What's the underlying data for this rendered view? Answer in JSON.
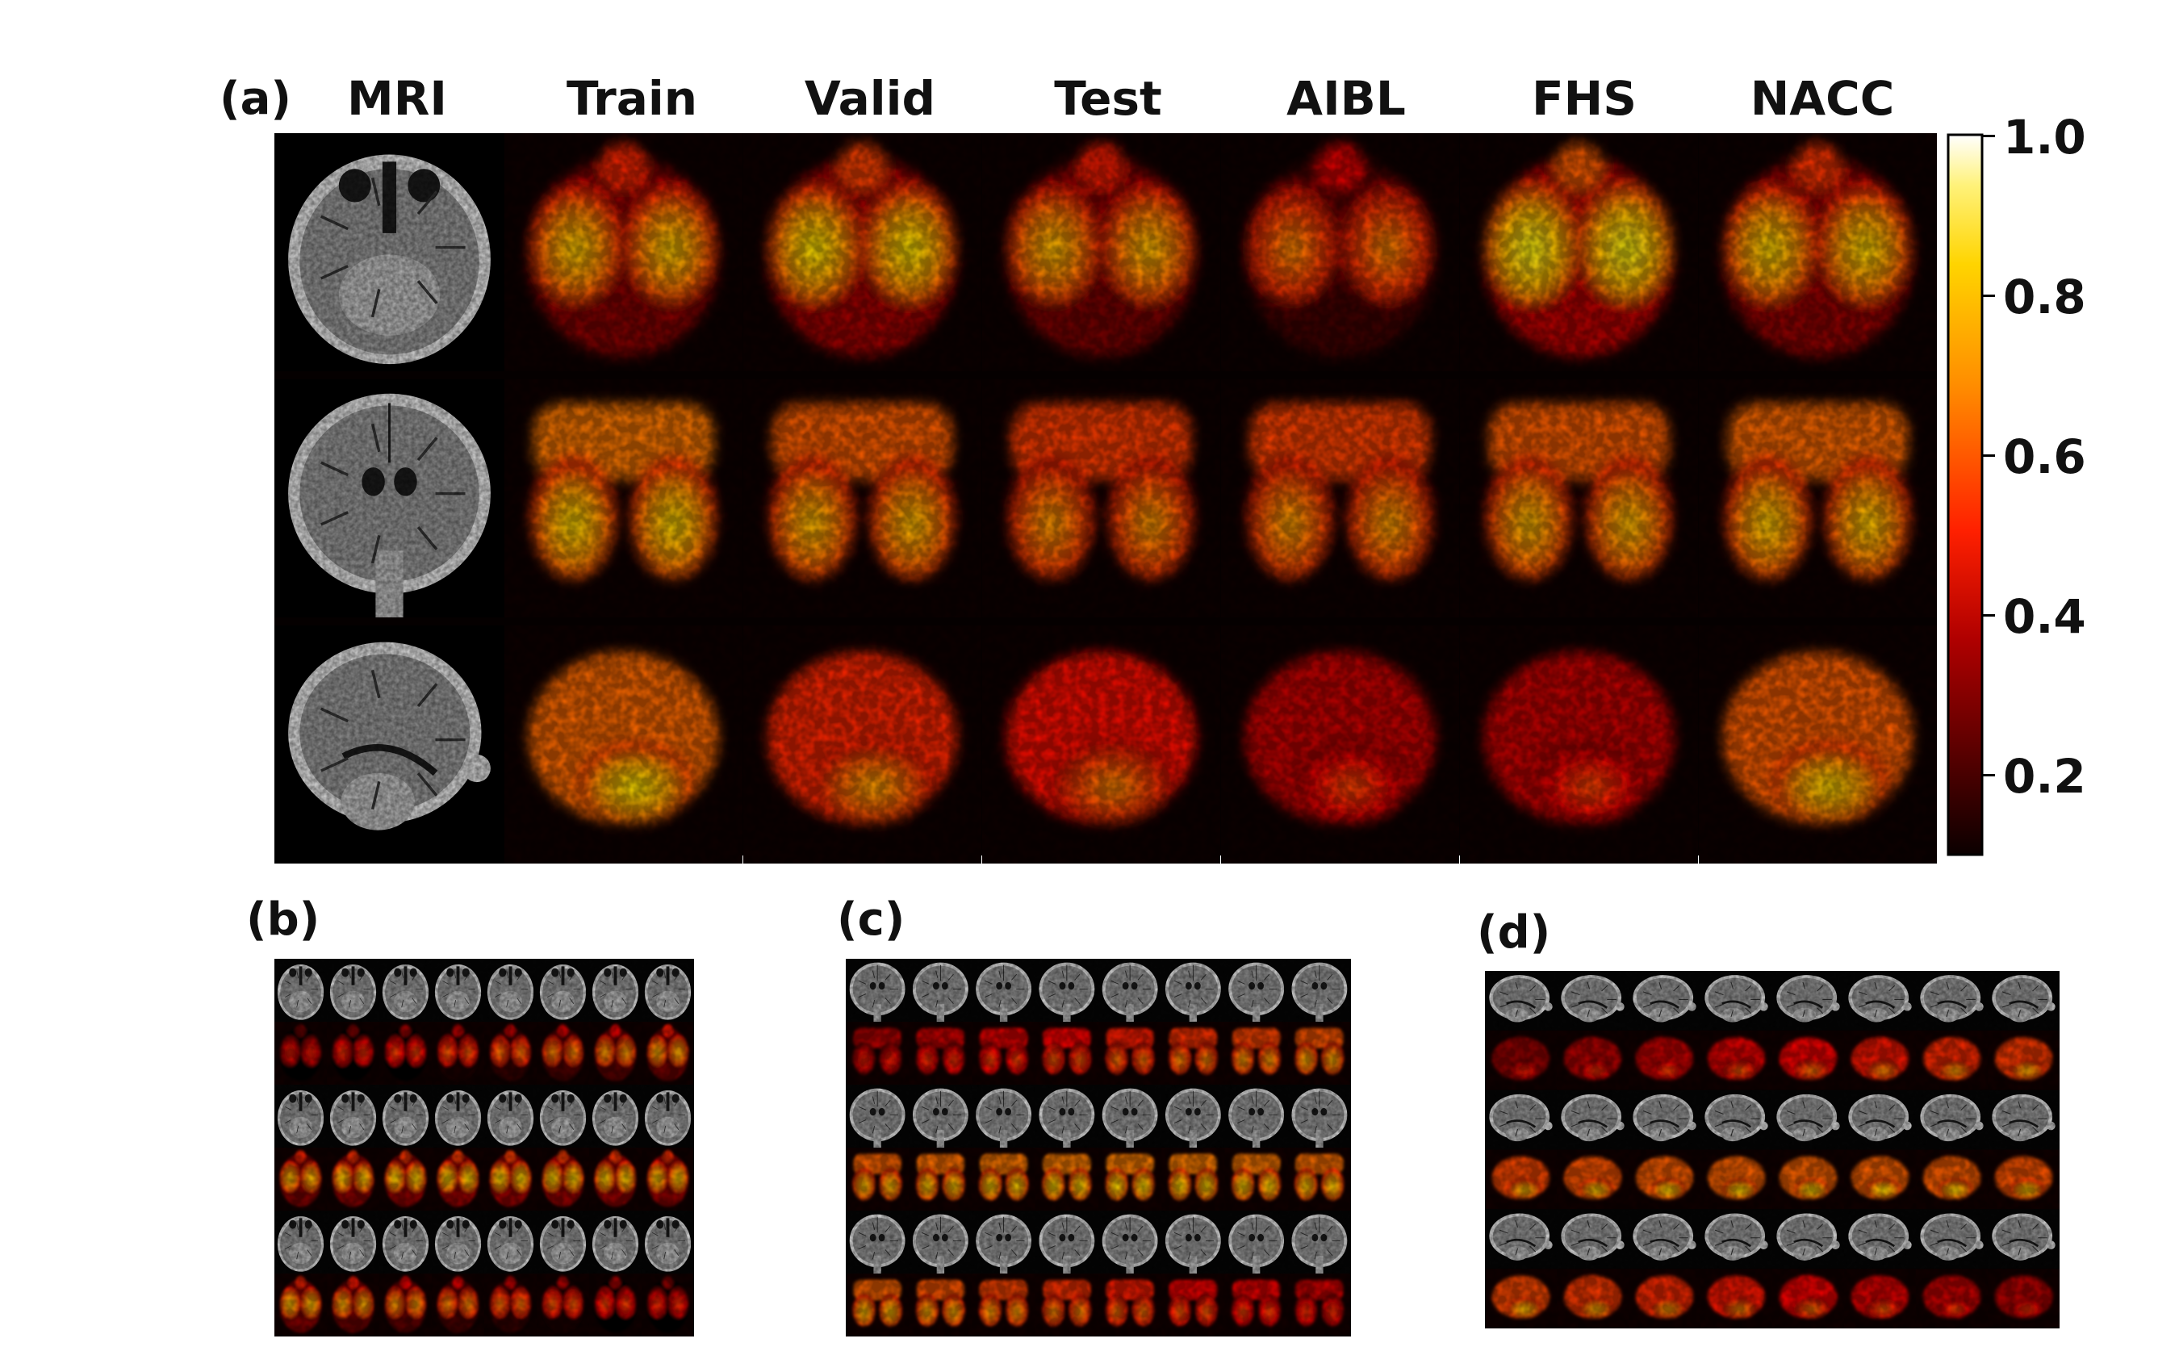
{
  "figure": {
    "panel_labels": {
      "a": "(a)",
      "b": "(b)",
      "c": "(c)",
      "d": "(d)"
    },
    "columns": [
      "MRI",
      "Train",
      "Valid",
      "Test",
      "AIBL",
      "FHS",
      "NACC"
    ],
    "rows": [
      "axial",
      "coronal",
      "sagittal"
    ],
    "colorbar": {
      "colormap": "hot",
      "ticks": [
        "1.0",
        "0.8",
        "0.6",
        "0.4",
        "0.2"
      ],
      "range": [
        0.1,
        1.0
      ]
    },
    "panel_a_heatmaps": {
      "axial": [
        0.62,
        0.66,
        0.6,
        0.52,
        0.7,
        0.64
      ],
      "coronal": [
        0.64,
        0.6,
        0.55,
        0.56,
        0.6,
        0.62
      ],
      "sagittal": [
        0.66,
        0.56,
        0.52,
        0.42,
        0.42,
        0.64
      ]
    },
    "small_panels": {
      "b": {
        "view": "axial",
        "slices_per_row": 8,
        "row_pairs": 3
      },
      "c": {
        "view": "coronal",
        "slices_per_row": 8,
        "row_pairs": 3
      },
      "d": {
        "view": "sagittal",
        "slices_per_row": 8,
        "row_pairs": 3
      }
    }
  }
}
